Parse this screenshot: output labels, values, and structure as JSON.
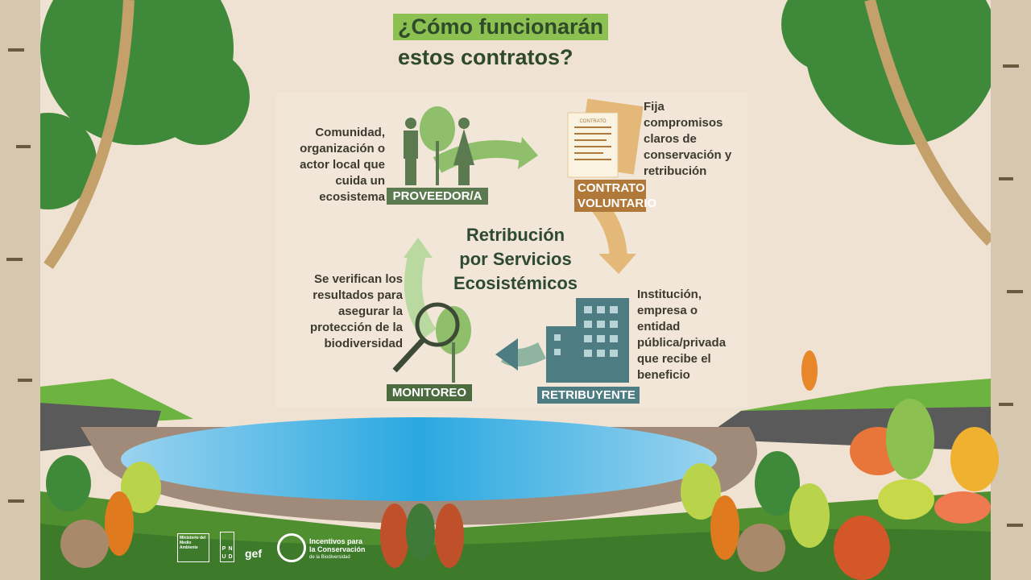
{
  "title": {
    "line1": "¿Cómo funcionarán",
    "line2": "estos contratos?"
  },
  "center": {
    "lines": [
      "Retribución",
      "por Servicios",
      "Ecosistémicos"
    ]
  },
  "steps": {
    "provider": {
      "tag": "PROVEEDOR/A",
      "desc": [
        "Comunidad,",
        "organización o",
        "actor local que",
        "cuida un",
        "ecosistema"
      ]
    },
    "contract": {
      "tag": [
        "CONTRATO",
        "VOLUNTARIO"
      ],
      "doc_label": "CONTRATO",
      "desc": [
        "Fija",
        "compromisos",
        "claros de",
        "conservación y",
        "retribución"
      ]
    },
    "payer": {
      "tag": "RETRIBUYENTE",
      "desc": [
        "Institución,",
        "empresa o",
        "entidad",
        "pública/privada",
        "que recibe el",
        "beneficio"
      ]
    },
    "monitoring": {
      "tag": "MONITOREO",
      "desc": [
        "Se verifican los",
        "resultados para",
        "asegurar la",
        "protección de la",
        "biodiversidad"
      ]
    }
  },
  "logos": {
    "undp": [
      "P",
      "N",
      "U",
      "D"
    ],
    "gef": "gef",
    "incentives": [
      "Incentivos para",
      "la Conservación",
      "de la Biodiversidad"
    ],
    "ministry": "Ministerio del Medio Ambiente"
  },
  "colors": {
    "background": "#efe2d2",
    "title_highlight": "#8cc152",
    "provider": "#5b7a50",
    "contract": "#b0793a",
    "payer": "#4d7c82",
    "monitoring": "#4c6b3f"
  }
}
